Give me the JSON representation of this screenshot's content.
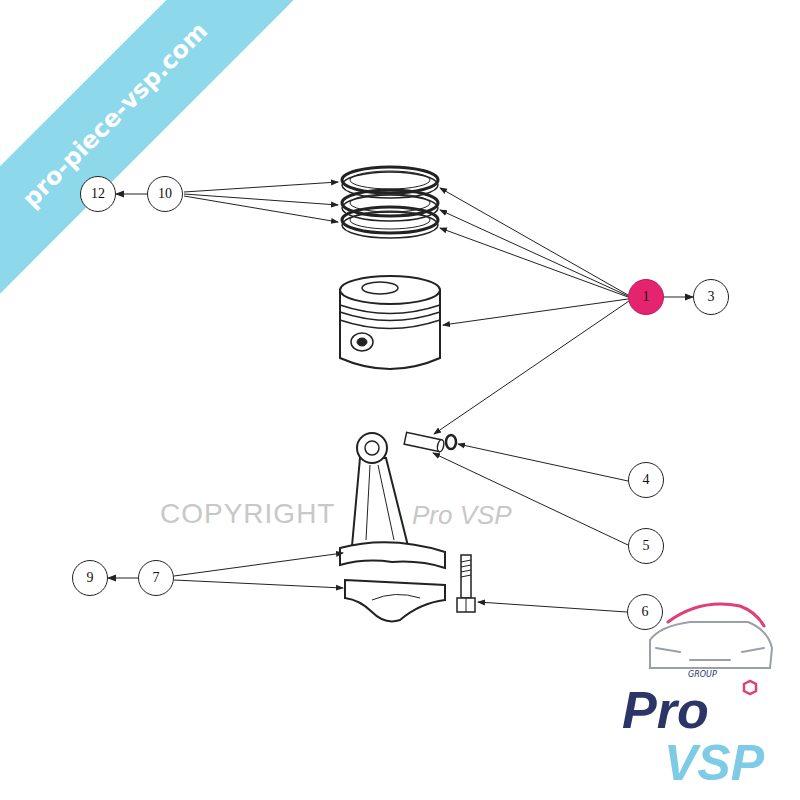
{
  "diagram": {
    "nodes": [
      {
        "text": [
          "12"
        ]
      },
      {
        "text": [
          "10"
        ]
      },
      {
        "text": [
          "1"
        ]
      },
      {
        "text": [
          "3"
        ]
      },
      {
        "text": [
          "4"
        ]
      },
      {
        "text": [
          "5"
        ]
      },
      {
        "text": [
          "9"
        ]
      },
      {
        "text": [
          "7"
        ]
      },
      {
        "text": [
          "6"
        ]
      }
    ],
    "edges": [
      {
        "from": 1,
        "to": 0,
        "arrow": "to"
      },
      {
        "from": 2,
        "to": 3,
        "arrow": "to"
      },
      {
        "from": 7,
        "to": 6,
        "arrow": "to"
      }
    ],
    "labels": [
      "pro-piece-vsp.com",
      "COPYRIGHT",
      "Pro VSP",
      "GROUP",
      "Pro",
      "VSP"
    ]
  }
}
